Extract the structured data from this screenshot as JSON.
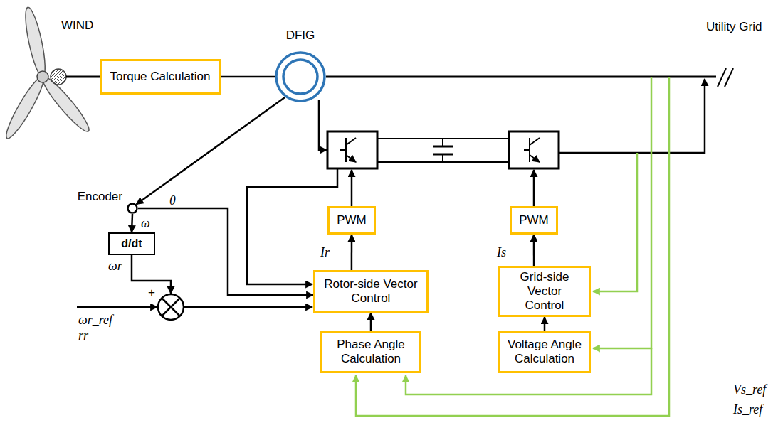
{
  "diagram": {
    "nodes": [
      {
        "text": [
          "Torque Calculation"
        ]
      },
      {
        "text": [
          "DFIG"
        ]
      },
      {
        "text": [
          "Encoder"
        ]
      },
      {
        "text": [
          "d/dt"
        ]
      },
      {
        "text": [
          "PWM"
        ]
      },
      {
        "text": [
          "PWM"
        ]
      },
      {
        "text": [
          "Rotor-side Vector Control"
        ]
      },
      {
        "text": [
          "Grid-side Vector Control"
        ]
      },
      {
        "text": [
          "Phase Angle Calculation"
        ]
      },
      {
        "text": [
          "Voltage Angle Calculation"
        ]
      }
    ],
    "edges": [
      {
        "from": 0,
        "to": 1,
        "arrow": "none"
      },
      {
        "from": 1,
        "to": 2,
        "arrow": "to"
      },
      {
        "from": 2,
        "to": 3,
        "arrow": "to"
      },
      {
        "from": 2,
        "to": 6,
        "arrow": "to"
      },
      {
        "from": 6,
        "to": 4,
        "arrow": "to"
      },
      {
        "from": 8,
        "to": 6,
        "arrow": "to"
      },
      {
        "from": 7,
        "to": 5,
        "arrow": "to"
      },
      {
        "from": 9,
        "to": 7,
        "arrow": "to"
      }
    ],
    "labels": [
      "WIND",
      "Utility Grid",
      "θ",
      "ω",
      "ωr",
      "+",
      "ωr_ref",
      "rr",
      "Ir",
      "Is",
      "Vs_ref",
      "Is_ref"
    ]
  }
}
